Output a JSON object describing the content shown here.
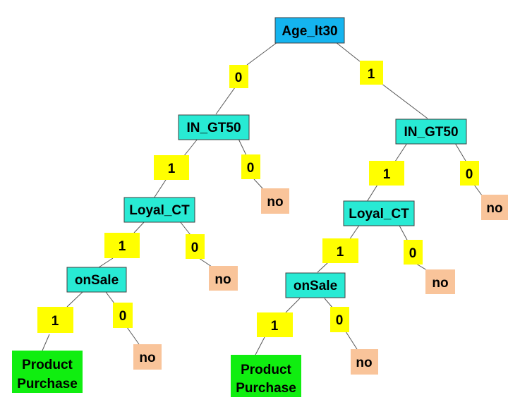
{
  "colors": {
    "root": "#14b4ef",
    "decision": "#28ead4",
    "edge_label": "#ffff00",
    "leaf_no": "#f9c49a",
    "leaf_purchase": "#10ee10",
    "border": "#404040",
    "line": "#555555"
  },
  "nodes": {
    "root": "Age_lt30",
    "in_left": "IN_GT50",
    "in_right": "IN_GT50",
    "loyal_left": "Loyal_CT",
    "loyal_right": "Loyal_CT",
    "onsale_left": "onSale",
    "onsale_right": "onSale",
    "purchase_left": [
      "Product",
      "Purchase"
    ],
    "purchase_right": [
      "Product",
      "Purchase"
    ],
    "no_in_left": "no",
    "no_in_right": "no",
    "no_loyal_left": "no",
    "no_loyal_right": "no",
    "no_onsale_left": "no",
    "no_onsale_right": "no"
  },
  "edges": {
    "root_to_in_left": "0",
    "root_to_in_right": "1",
    "in_left_to_loyal": "1",
    "in_left_to_no": "0",
    "in_right_to_loyal": "1",
    "in_right_to_no": "0",
    "loyal_left_to_onsale": "1",
    "loyal_left_to_no": "0",
    "loyal_right_to_onsale": "1",
    "loyal_right_to_no": "0",
    "onsale_left_to_purchase": "1",
    "onsale_left_to_no": "0",
    "onsale_right_to_purchase": "1",
    "onsale_right_to_no": "0"
  }
}
